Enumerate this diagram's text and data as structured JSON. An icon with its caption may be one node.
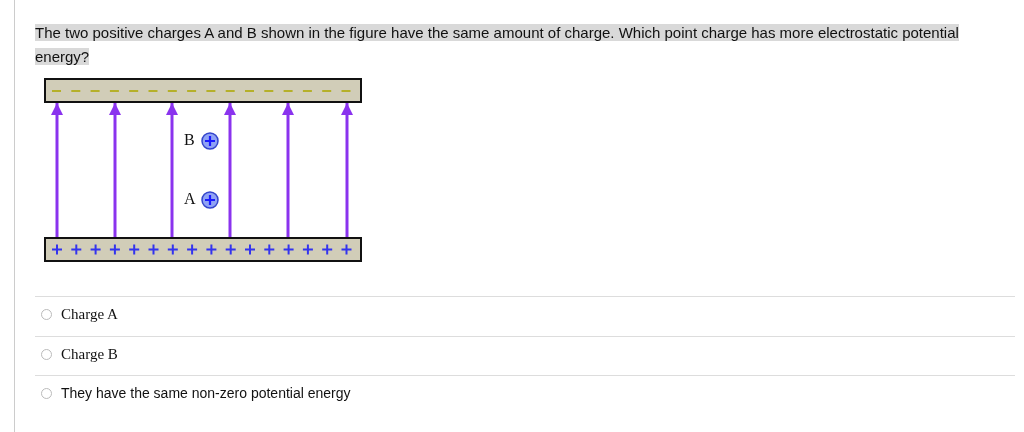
{
  "diagram": {
    "title": "The two positive charges A and B shown in the figure have the same amount of charge. Which point charge has more electrostatic potential energy?",
    "nodes": [
      {
        "text": [],
        "shape": "bar"
      },
      {
        "text": [],
        "shape": "bar"
      },
      {
        "text": [],
        "shape": "circle",
        "beside": [
          "B"
        ]
      },
      {
        "text": [],
        "shape": "circle",
        "beside": [
          "A"
        ]
      }
    ],
    "edges": [
      {
        "from": 1,
        "to": 0,
        "arrow": "to"
      },
      {
        "from": 1,
        "to": 0,
        "arrow": "to"
      },
      {
        "from": 1,
        "to": 0,
        "arrow": "to"
      },
      {
        "from": 1,
        "to": 0,
        "arrow": "to"
      },
      {
        "from": 1,
        "to": 0,
        "arrow": "to"
      },
      {
        "from": 1,
        "to": 0,
        "arrow": "to"
      }
    ],
    "labels": [
      "Charge A",
      "Charge B",
      "They have the same non-zero potential energy"
    ]
  }
}
